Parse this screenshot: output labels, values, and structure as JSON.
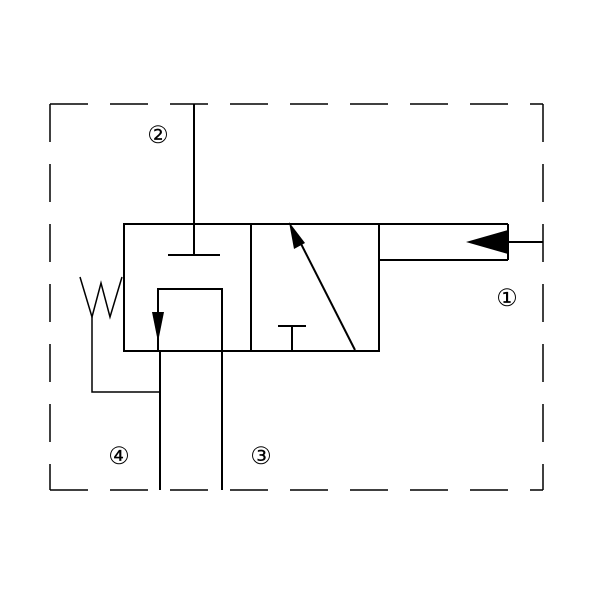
{
  "ports": {
    "port_1": "①",
    "port_2": "②",
    "port_3": "③",
    "port_4": "④"
  },
  "colors": {
    "stroke": "#000000",
    "background": "#ffffff"
  }
}
